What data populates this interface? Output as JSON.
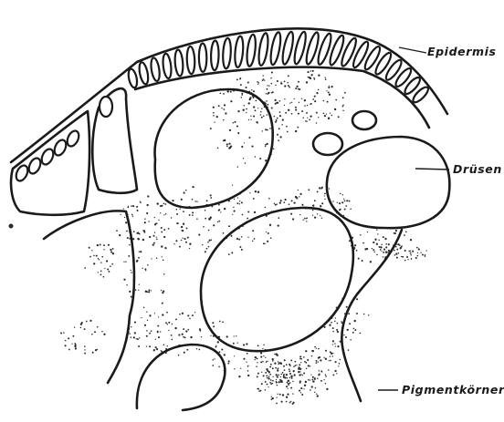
{
  "labels": {
    "epidermis": "Epidermis",
    "druesen": "Drüsen",
    "pigment": "Pigmentkörner"
  },
  "colors": {
    "ink": "#1a1a1a",
    "background": "#ffffff"
  }
}
